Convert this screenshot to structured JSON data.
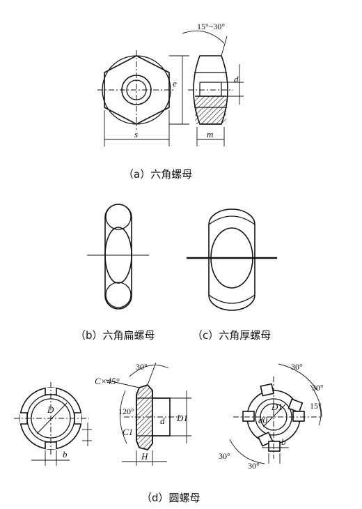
{
  "captions": {
    "a": "（a）六角螺母",
    "b": "（b）六角扁螺母",
    "c": "（c）六角厚螺母",
    "d": "（d）圆螺母"
  },
  "labels": {
    "chamfer_angle": "15°~30°",
    "e": "e",
    "d": "d",
    "s": "s",
    "m": "m",
    "angle_30_mid": "30°",
    "chamfer": "C×45°",
    "angle_120": "120°",
    "c1": "C1",
    "d_mid": "d",
    "d1": "D1",
    "H": "H",
    "D_left": "D",
    "b_left": "b",
    "angle_30_r1": "30°",
    "angle_30_r2": "30°",
    "angle_15": "15°",
    "d0": "d0",
    "D1_right": "D1",
    "b_right": "b",
    "angle_30_r3": "30°",
    "angle_30_r4": "30°"
  }
}
